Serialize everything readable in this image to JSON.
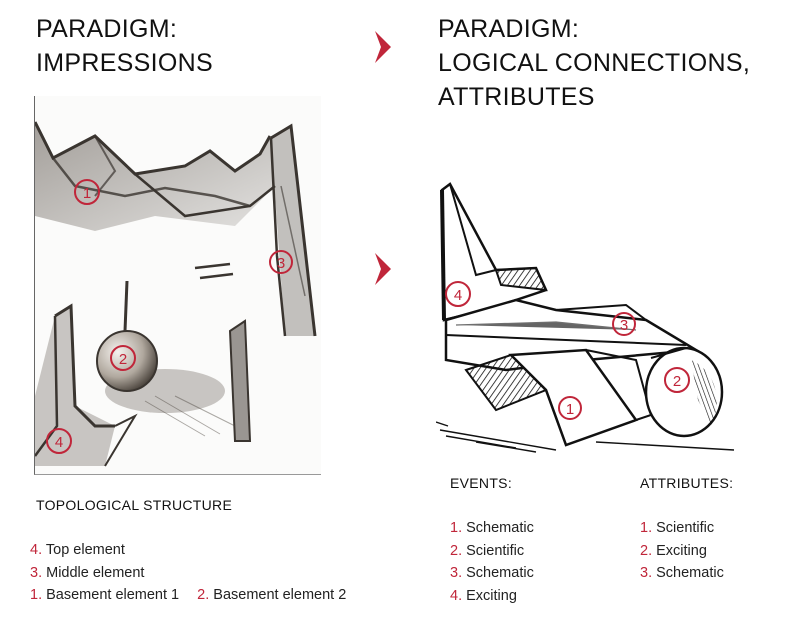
{
  "left": {
    "title": [
      "PARADIGM:",
      "IMPRESSIONS"
    ],
    "sketch_labels": [
      "1",
      "2",
      "3",
      "4"
    ]
  },
  "right": {
    "title": [
      "PARADIGM:",
      "LOGICAL CONNECTIONS,",
      "ATTRIBUTES"
    ],
    "sketch_labels": [
      "1",
      "2",
      "3",
      "4"
    ]
  },
  "topology": {
    "heading": "TOPOLOGICAL STRUCTURE",
    "items": [
      {
        "num": "4.",
        "label": "Top element"
      },
      {
        "num": "3.",
        "label": "Middle element"
      },
      {
        "num": "1.",
        "label": "Basement element 1"
      },
      {
        "num": "2.",
        "label": "Basement element 2"
      }
    ]
  },
  "events": {
    "heading": "EVENTS:",
    "items": [
      {
        "num": "1.",
        "label": "Schematic"
      },
      {
        "num": "2.",
        "label": "Scientific"
      },
      {
        "num": "3.",
        "label": "Schematic"
      },
      {
        "num": "4.",
        "label": "Exciting"
      }
    ]
  },
  "attributes": {
    "heading": "ATTRIBUTES:",
    "items": [
      {
        "num": "1.",
        "label": "Scientific"
      },
      {
        "num": "2.",
        "label": "Exciting"
      },
      {
        "num": "3.",
        "label": "Schematic"
      }
    ]
  },
  "colors": {
    "accent_red": "#c0263a",
    "pencil": "#3a3530",
    "ink": "#111111"
  }
}
